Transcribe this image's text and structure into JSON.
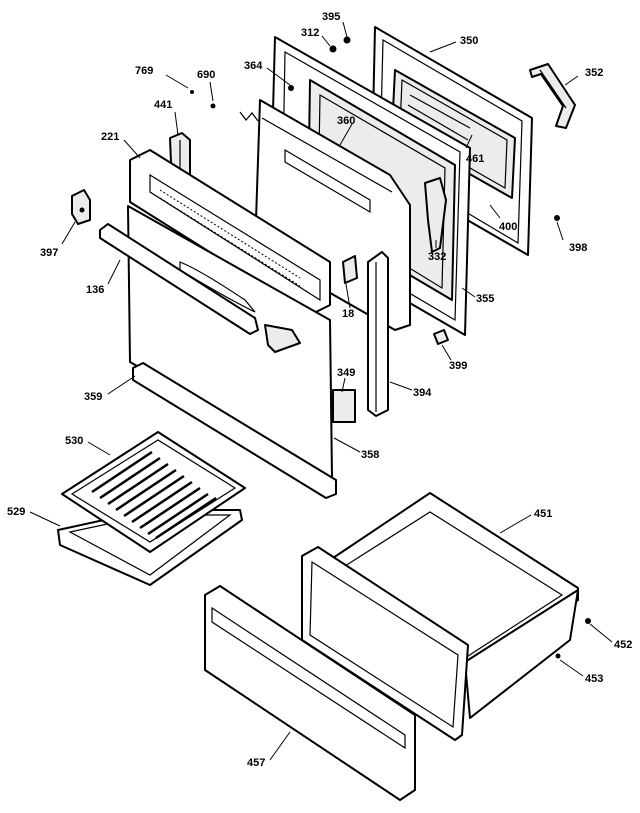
{
  "diagram": {
    "callouts": [
      "395",
      "312",
      "350",
      "364",
      "769",
      "690",
      "352",
      "441",
      "360",
      "221",
      "461",
      "397",
      "400",
      "398",
      "332",
      "136",
      "18",
      "355",
      "399",
      "349",
      "359",
      "394",
      "358",
      "530",
      "451",
      "529",
      "452",
      "453",
      "457"
    ]
  }
}
